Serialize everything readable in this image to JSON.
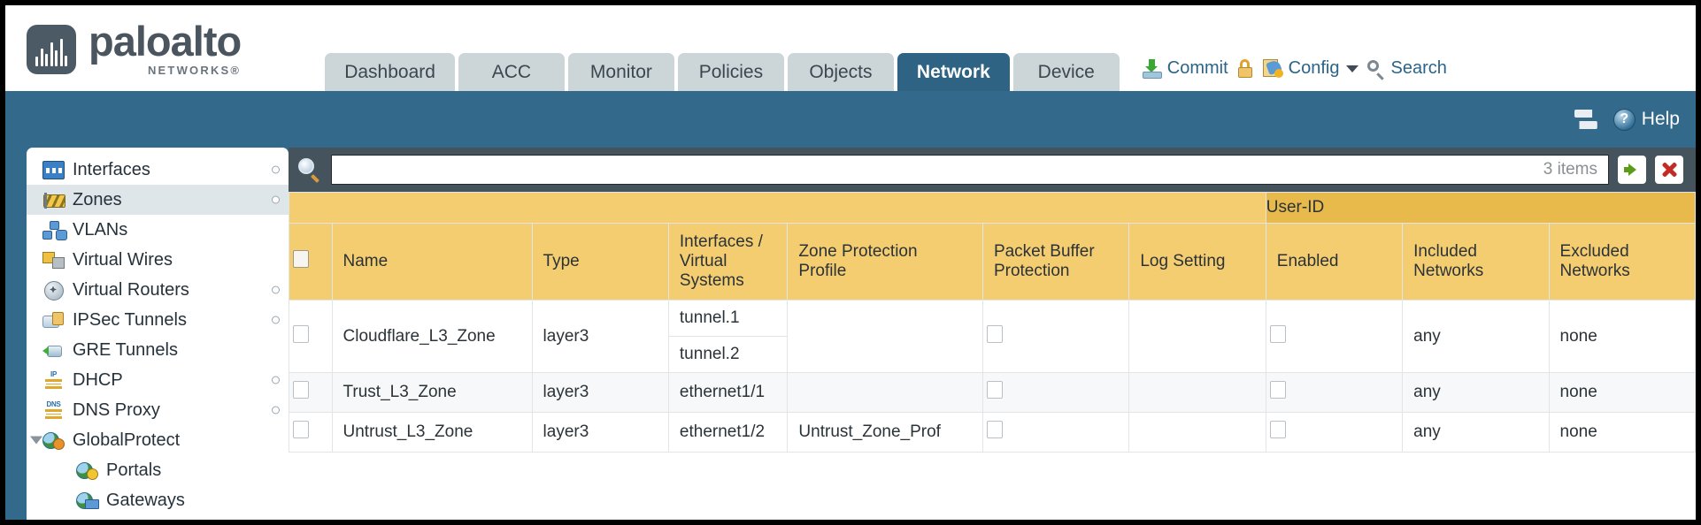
{
  "brand": {
    "name": "paloalto",
    "sub": "NETWORKS®"
  },
  "tabs": [
    {
      "label": "Dashboard",
      "active": false
    },
    {
      "label": "ACC",
      "active": false
    },
    {
      "label": "Monitor",
      "active": false
    },
    {
      "label": "Policies",
      "active": false
    },
    {
      "label": "Objects",
      "active": false
    },
    {
      "label": "Network",
      "active": true
    },
    {
      "label": "Device",
      "active": false
    }
  ],
  "header_actions": {
    "commit": "Commit",
    "config": "Config",
    "search": "Search",
    "lock_icon": "lock-icon",
    "commit_icon": "commit-icon",
    "config_icon": "config-icon",
    "search_icon": "search-icon",
    "caret_icon": "chevron-down-icon"
  },
  "band": {
    "refresh_icon": "refresh-icon",
    "help_label": "Help",
    "help_icon": "question-mark-icon"
  },
  "sidebar": {
    "items": [
      {
        "label": "Interfaces",
        "icon": "interfaces-icon",
        "selected": false,
        "child": false,
        "dot": true,
        "tri": false
      },
      {
        "label": "Zones",
        "icon": "zones-icon",
        "selected": true,
        "child": false,
        "dot": true,
        "tri": false
      },
      {
        "label": "VLANs",
        "icon": "vlans-icon",
        "selected": false,
        "child": false,
        "dot": false,
        "tri": false
      },
      {
        "label": "Virtual Wires",
        "icon": "virtual-wires-icon",
        "selected": false,
        "child": false,
        "dot": false,
        "tri": false
      },
      {
        "label": "Virtual Routers",
        "icon": "virtual-routers-icon",
        "selected": false,
        "child": false,
        "dot": true,
        "tri": false
      },
      {
        "label": "IPSec Tunnels",
        "icon": "ipsec-tunnels-icon",
        "selected": false,
        "child": false,
        "dot": true,
        "tri": false
      },
      {
        "label": "GRE Tunnels",
        "icon": "gre-tunnels-icon",
        "selected": false,
        "child": false,
        "dot": false,
        "tri": false
      },
      {
        "label": "DHCP",
        "icon": "dhcp-icon",
        "selected": false,
        "child": false,
        "dot": true,
        "tri": false
      },
      {
        "label": "DNS Proxy",
        "icon": "dns-proxy-icon",
        "selected": false,
        "child": false,
        "dot": true,
        "tri": false
      },
      {
        "label": "GlobalProtect",
        "icon": "globalprotect-icon",
        "selected": false,
        "child": false,
        "dot": false,
        "tri": true
      },
      {
        "label": "Portals",
        "icon": "portals-icon",
        "selected": false,
        "child": true,
        "dot": false,
        "tri": false
      },
      {
        "label": "Gateways",
        "icon": "gateways-icon",
        "selected": false,
        "child": true,
        "dot": false,
        "tri": false
      }
    ]
  },
  "search": {
    "value": "",
    "placeholder": "",
    "items_count": "3 items",
    "apply_icon": "apply-filter-arrow-icon",
    "clear_icon": "clear-filter-x-icon",
    "magnifier_icon": "magnifier-icon"
  },
  "table": {
    "group_header": "User-ID",
    "columns": [
      "Name",
      "Type",
      "Interfaces / Virtual Systems",
      "Zone Protection Profile",
      "Packet Buffer Protection",
      "Log Setting",
      "Enabled",
      "Included Networks",
      "Excluded Networks"
    ],
    "columns_display": {
      "name": "Name",
      "type": "Type",
      "interfaces": "Interfaces /\nVirtual\nSystems",
      "interfaces_l1": "Interfaces /",
      "interfaces_l2": "Virtual",
      "interfaces_l3": "Systems",
      "zone_protection_l1": "Zone Protection",
      "zone_protection_l2": "Profile",
      "packet_buffer_l1": "Packet Buffer",
      "packet_buffer_l2": "Protection",
      "log_setting": "Log Setting",
      "enabled": "Enabled",
      "included_l1": "Included",
      "included_l2": "Networks",
      "excluded_l1": "Excluded",
      "excluded_l2": "Networks"
    },
    "rows": [
      {
        "selected": false,
        "name": "Cloudflare_L3_Zone",
        "type": "layer3",
        "interfaces": [
          "tunnel.1",
          "tunnel.2"
        ],
        "zone_protection_profile": "",
        "packet_buffer_protection": false,
        "log_setting": "",
        "user_id_enabled": false,
        "included_networks": "any",
        "excluded_networks": "none"
      },
      {
        "selected": false,
        "name": "Trust_L3_Zone",
        "type": "layer3",
        "interfaces": [
          "ethernet1/1"
        ],
        "zone_protection_profile": "",
        "packet_buffer_protection": false,
        "log_setting": "",
        "user_id_enabled": false,
        "included_networks": "any",
        "excluded_networks": "none"
      },
      {
        "selected": false,
        "name": "Untrust_L3_Zone",
        "type": "layer3",
        "interfaces": [
          "ethernet1/2"
        ],
        "zone_protection_profile": "Untrust_Zone_Prof",
        "packet_buffer_protection": false,
        "log_setting": "",
        "user_id_enabled": false,
        "included_networks": "any",
        "excluded_networks": "none"
      }
    ]
  },
  "colors": {
    "header_blue": "#33698b",
    "active_tab": "#2f6384",
    "table_header_gold": "#f5cd71",
    "group_header_gold": "#e8b94b",
    "link": "#3a7fa8"
  }
}
